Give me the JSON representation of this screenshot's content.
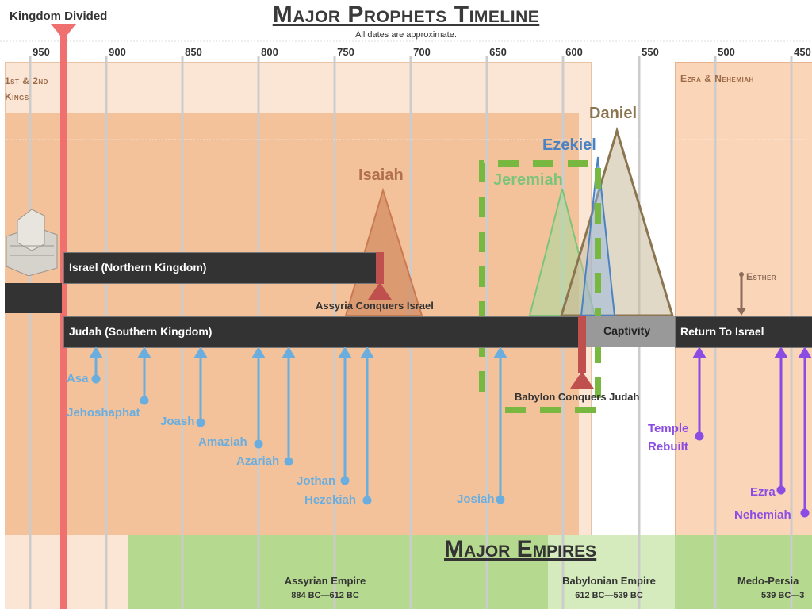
{
  "header": {
    "title": "Major Prophets Timeline",
    "subtitle": "All dates are approximate.",
    "kingdom_divided": "Kingdom Divided"
  },
  "ticks": [
    "950",
    "900",
    "850",
    "800",
    "750",
    "700",
    "650",
    "600",
    "550",
    "500",
    "450"
  ],
  "sections": {
    "kings": "1st & 2nd Kings",
    "ezra_nehemiah": "Ezra & Nehemiah"
  },
  "bars": {
    "israel": "Israel (Northern Kingdom)",
    "judah": "Judah (Southern Kingdom)",
    "captivity": "Captivity",
    "return": "Return To Israel"
  },
  "prophets": {
    "isaiah": "Isaiah",
    "jeremiah": "Jeremiah",
    "ezekiel": "Ezekiel",
    "daniel": "Daniel"
  },
  "events": {
    "assyria": "Assyria Conquers Israel",
    "babylon": "Babylon Conquers Judah",
    "esther": "Esther"
  },
  "kings": {
    "asa": "Asa",
    "jehoshaphat": "Jehoshaphat",
    "joash": "Joash",
    "amaziah": "Amaziah",
    "azariah": "Azariah",
    "jothan": "Jothan",
    "hezekiah": "Hezekiah",
    "josiah": "Josiah"
  },
  "restoration": {
    "temple": "Temple",
    "rebuilt": "Rebuilt",
    "ezra": "Ezra",
    "nehemiah": "Nehemiah"
  },
  "empires": {
    "title": "Major Empires",
    "assyrian_name": "Assyrian Empire",
    "assyrian_dates": "884 BC—612 BC",
    "babylonian_name": "Babylonian Empire",
    "babylonian_dates": "612 BC—539 BC",
    "persian_name": "Medo-Persia",
    "persian_dates": "539 BC—3"
  },
  "colors": {
    "israel_bar": "#333333",
    "kingdom_line": "#f07070",
    "kings_blue": "#6aaee0",
    "purple": "#8b4ce3",
    "isaiah": "#c97a50",
    "jeremiah": "#7cc47c",
    "ezekiel": "#4a82c4",
    "daniel": "#8b7550",
    "empire_green": "#b5d98e"
  }
}
